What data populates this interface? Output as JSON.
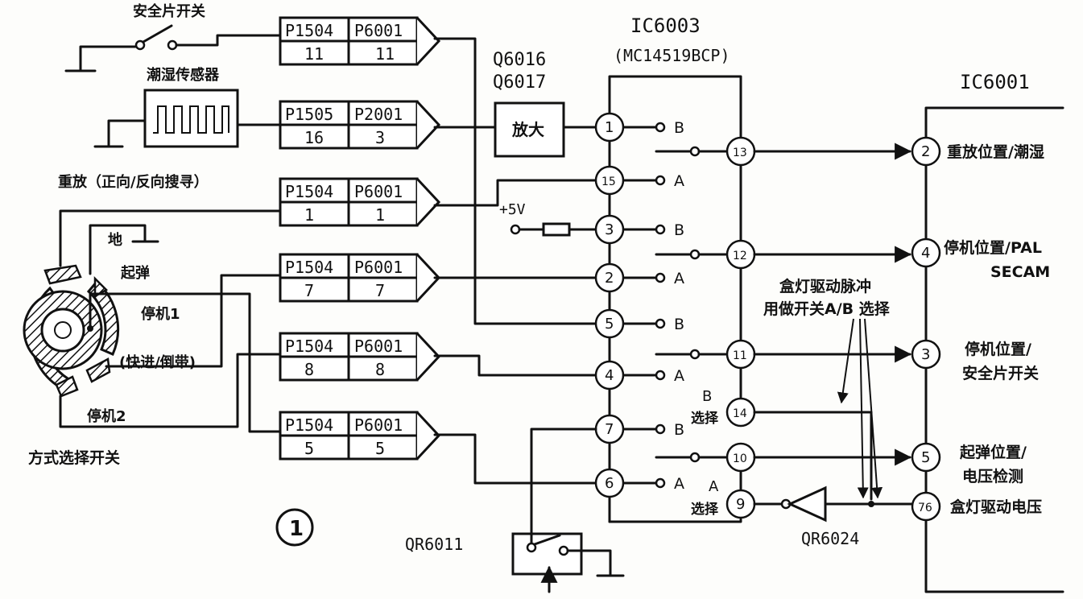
{
  "labels": {
    "safety_switch": "安全片开关",
    "humidity_sensor": "潮湿传感器",
    "play_search": "重放（正向/反向搜寻）",
    "ground": "地",
    "eject": "起弹",
    "stop1": "停机1",
    "ff_rew": "(快进/倒带)",
    "stop2": "停机2",
    "mode_switch": "方式选择开关",
    "amplify": "放大",
    "q_top": "Q6016",
    "q_bottom": "Q6017",
    "ic6003": "IC6003",
    "ic6003_part": "(MC14519BCP)",
    "ic6001": "IC6001",
    "plus5v": "+5V",
    "pulse_line1": "盒灯驱动脉冲",
    "pulse_line2": "用做开关A/B 选择",
    "b_label": "B",
    "select": "选择",
    "a_label": "A",
    "qr6011": "QR6011",
    "qr6024": "QR6024",
    "figure_number": "1"
  },
  "connectors": [
    {
      "left": "P1504",
      "right": "P6001",
      "left_pin": "11",
      "right_pin": "11"
    },
    {
      "left": "P1505",
      "right": "P2001",
      "left_pin": "16",
      "right_pin": "3"
    },
    {
      "left": "P1504",
      "right": "P6001",
      "left_pin": "1",
      "right_pin": "1"
    },
    {
      "left": "P1504",
      "right": "P6001",
      "left_pin": "7",
      "right_pin": "7"
    },
    {
      "left": "P1504",
      "right": "P6001",
      "left_pin": "8",
      "right_pin": "8"
    },
    {
      "left": "P1504",
      "right": "P6001",
      "left_pin": "5",
      "right_pin": "5"
    }
  ],
  "ic6003_left_pins": [
    {
      "num": "1",
      "side": "B"
    },
    {
      "num": "15",
      "side": "A"
    },
    {
      "num": "3",
      "side": "B"
    },
    {
      "num": "2",
      "side": "A"
    },
    {
      "num": "5",
      "side": "B"
    },
    {
      "num": "4",
      "side": "A"
    },
    {
      "num": "7",
      "side": "B"
    },
    {
      "num": "6",
      "side": "A"
    }
  ],
  "ic6003_right_pins": [
    "13",
    "12",
    "11",
    "14",
    "10",
    "9"
  ],
  "ic6001_pins": [
    {
      "num": "2",
      "line1": "重放位置/潮湿",
      "line2": ""
    },
    {
      "num": "4",
      "line1": "停机位置/PAL",
      "line2": "SECAM"
    },
    {
      "num": "3",
      "line1": "停机位置/",
      "line2": "安全片开关"
    },
    {
      "num": "5",
      "line1": "起弹位置/",
      "line2": "电压检测"
    },
    {
      "num": "76",
      "line1": "盒灯驱动电压",
      "line2": ""
    }
  ]
}
